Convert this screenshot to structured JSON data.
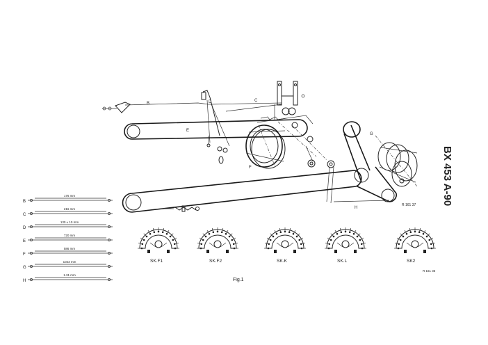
{
  "model": "BX 453 A-90",
  "figure_caption": "Fig.1",
  "ref_codes": {
    "main": "R 161 37",
    "sk2": "R 161 35"
  },
  "cord_labels": [
    "B",
    "C",
    "D",
    "E",
    "F",
    "G",
    "H"
  ],
  "cord_lengths": [
    {
      "letter": "B",
      "length": "176 mm"
    },
    {
      "letter": "C",
      "length": "216 mm"
    },
    {
      "letter": "D",
      "length": "130 ± 10 mm"
    },
    {
      "letter": "E",
      "length": "720 mm"
    },
    {
      "letter": "F",
      "length": "586 mm"
    },
    {
      "letter": "G",
      "length": "1023 mm"
    },
    {
      "letter": "H",
      "length": "1.31 mm"
    }
  ],
  "switches": [
    {
      "id": "sk-f1",
      "label": "SK.F1"
    },
    {
      "id": "sk-f2",
      "label": "SK.F2"
    },
    {
      "id": "sk-k",
      "label": "SK.K"
    },
    {
      "id": "sk-l",
      "label": "SK.L"
    },
    {
      "id": "sk-2",
      "label": "SK2"
    }
  ]
}
